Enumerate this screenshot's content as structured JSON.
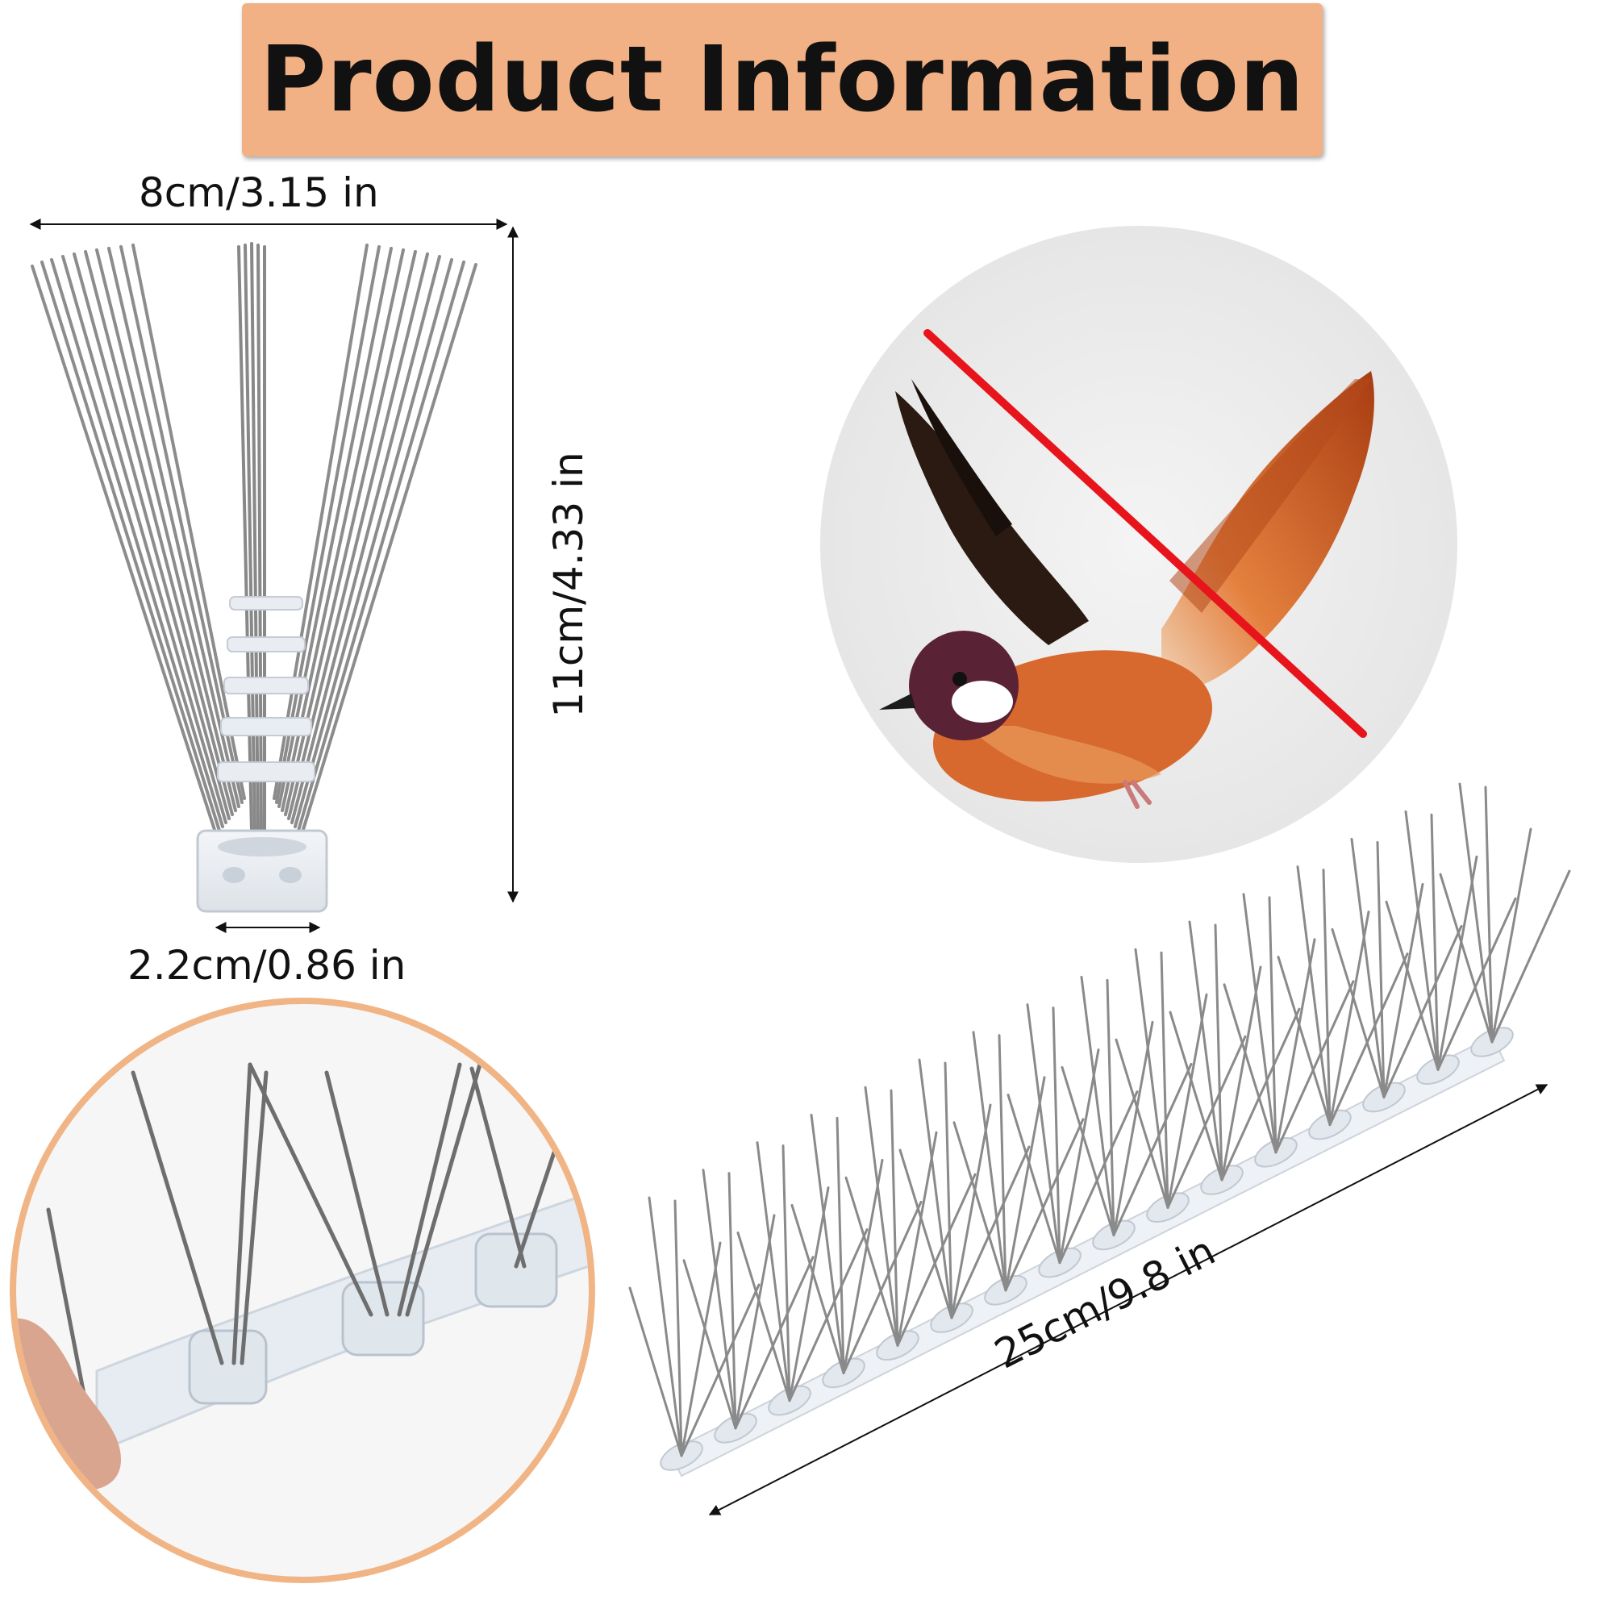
{
  "header": {
    "title": "Product Information"
  },
  "dimensions": {
    "width": "8cm/3.15 in",
    "height": "11cm/4.33 in",
    "base": "2.2cm/0.86 in",
    "length": "25cm/9.8 in"
  },
  "icons": {
    "no_bird": "no-bird-icon",
    "spike_front": "bird-spike-front-view",
    "spike_closeup": "bird-spike-closeup",
    "spike_strip": "bird-spike-strip"
  },
  "colors": {
    "banner": "#f2b184",
    "prohibition_line": "#e8141b",
    "closeup_ring": "#f0b485",
    "bird_orange": "#d8692e",
    "steel": "#8f8f8f"
  }
}
